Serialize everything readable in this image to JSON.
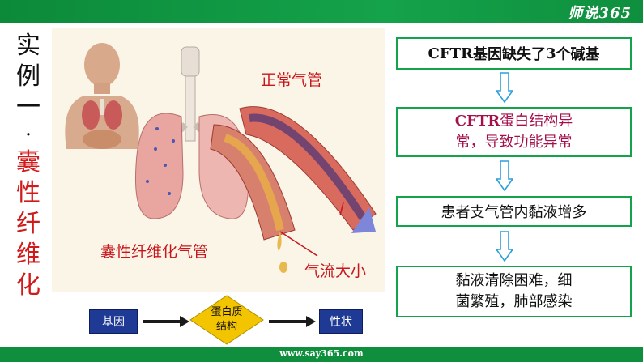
{
  "header": {
    "logo_text": "师说365"
  },
  "title": {
    "part1": [
      "实",
      "例",
      "一"
    ],
    "separator": "·",
    "part2": [
      "囊",
      "性",
      "纤",
      "维",
      "化"
    ]
  },
  "illustration": {
    "labels": {
      "normal_trachea": "正常气管",
      "cf_trachea": "囊性纤维化气管",
      "airflow": "气流大小"
    }
  },
  "flow": {
    "step1": {
      "prefix": "CFTR",
      "text": "基因缺失了",
      "num": "3",
      "suffix": "个碱基"
    },
    "step2": {
      "line1_prefix": "CFTR",
      "line1_text": "蛋白结构异",
      "line2": "常，导致功能异常"
    },
    "step3": {
      "text": "患者支气管内黏液增多"
    },
    "step4": {
      "line1": "黏液清除困难，细",
      "line2": "菌繁殖，肺部感染"
    }
  },
  "bottom_flow": {
    "gene": "基因",
    "protein_line1": "蛋白质",
    "protein_line2": "结构",
    "trait": "性状"
  },
  "footer": {
    "url": "www.say365.com"
  },
  "colors": {
    "green": "#14a24a",
    "red": "#c8161d",
    "magenta": "#a4104b",
    "navy": "#1f3a94",
    "diamond": "#f3c400"
  }
}
